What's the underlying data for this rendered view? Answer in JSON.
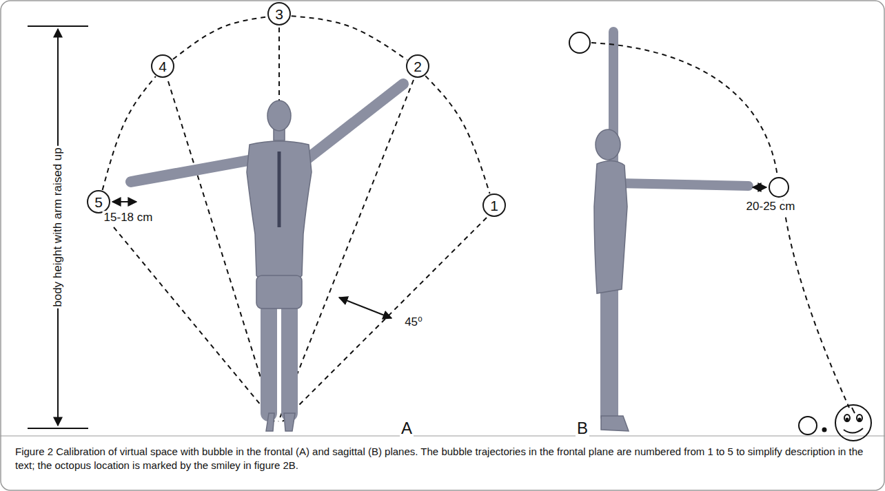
{
  "diagram": {
    "caption": "Figure 2 Calibration of virtual space with bubble in the frontal (A) and sagittal (B) planes. The bubble trajectories in the frontal plane are numbered from 1 to 5 to simplify description in the text; the octopus location is marked by the smiley in figure 2B.",
    "nodes": [
      {
        "text": [
          "3"
        ]
      },
      {
        "text": [
          "4"
        ]
      },
      {
        "text": [
          "2"
        ]
      },
      {
        "text": [
          "5"
        ]
      },
      {
        "text": [
          "1"
        ]
      }
    ],
    "edges": [
      {
        "from": 3,
        "to": 1,
        "arrow": "none"
      },
      {
        "from": 1,
        "to": 0,
        "arrow": "none"
      },
      {
        "from": 0,
        "to": 2,
        "arrow": "none"
      },
      {
        "from": 2,
        "to": 4,
        "arrow": "none"
      }
    ],
    "labels": [
      "body height with arm raised up",
      "15-18 cm",
      "45⁰",
      "A",
      "20-25 cm",
      "B"
    ]
  }
}
